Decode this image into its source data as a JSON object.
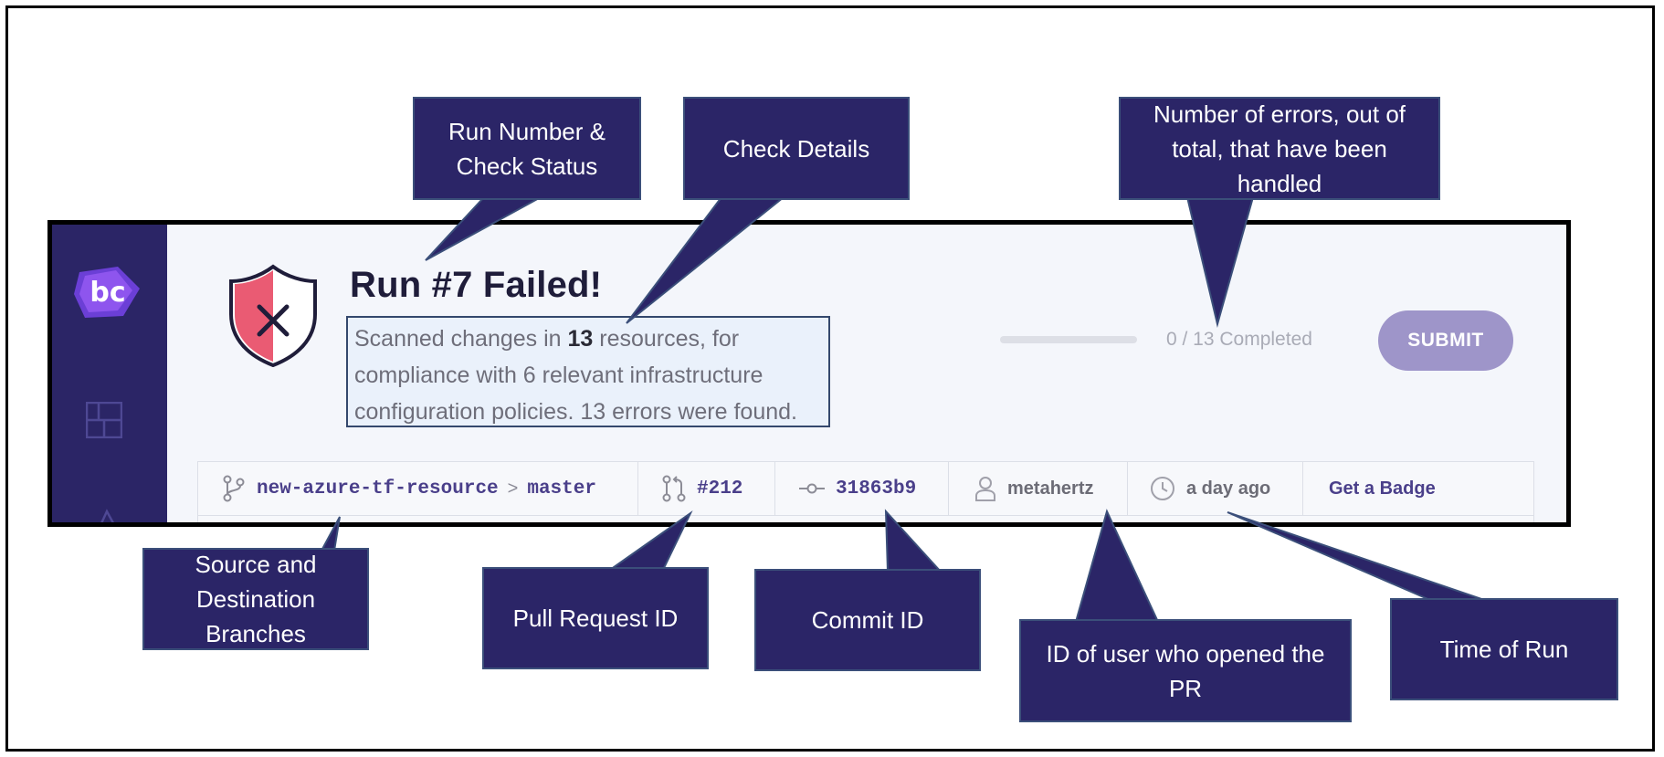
{
  "header": {
    "run_title": "Run #7 Failed!",
    "details_prefix": "Scanned changes in ",
    "details_count": "13",
    "details_suffix": " resources, for compliance with 6 relevant infrastructure configuration policies. 13 errors were found.",
    "progress_fraction": 0,
    "progress_label": "0 / 13 Completed",
    "submit_label": "SUBMIT"
  },
  "info_bar": {
    "source_branch": "new-azure-tf-resource",
    "separator": ">",
    "destination_branch": "master",
    "pull_request": "#212",
    "commit": "31863b9",
    "user": "metahertz",
    "time": "a day ago",
    "badge_link": "Get a Badge"
  },
  "logo_text": "bc",
  "icons": [
    "shield-failed-icon",
    "dashboard-icon",
    "branch-icon",
    "pull-request-icon",
    "commit-icon",
    "user-icon",
    "clock-icon"
  ],
  "colors": {
    "callout_fill": "#2b2567",
    "sidebar": "#2b2566",
    "shield_red": "#ea5b73",
    "submit": "#9e95c9",
    "accent": "#4a3f8a"
  },
  "callouts": {
    "run_number": "Run Number & Check Status",
    "check_details": "Check Details",
    "errors_handled": "Number of errors, out of total, that have been handled",
    "branches": "Source and Destination Branches",
    "pull_request": "Pull Request ID",
    "commit": "Commit ID",
    "user": "ID of user who opened the PR",
    "time": "Time of Run"
  }
}
